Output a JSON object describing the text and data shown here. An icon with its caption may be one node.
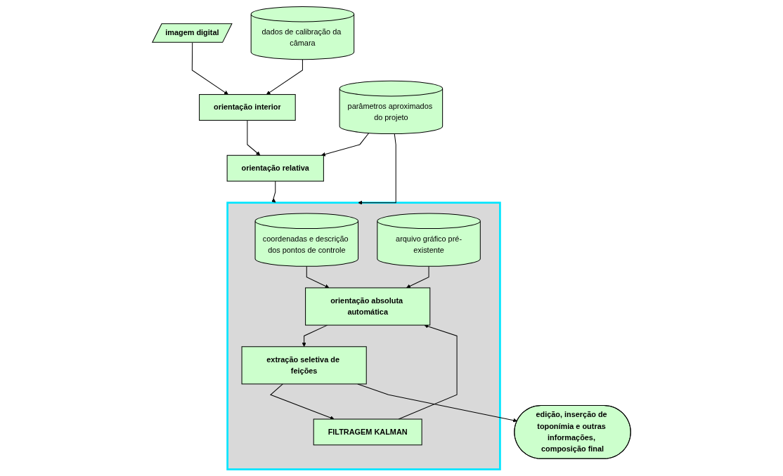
{
  "diagram": {
    "nodes": [
      {
        "text": [
          "imagem digital"
        ]
      },
      {
        "text": [
          "orientação interior"
        ]
      },
      {
        "text": [
          "dados de calibração da câmara"
        ]
      },
      {
        "text": [
          "parâmetros aproximados do projeto"
        ]
      },
      {
        "text": [
          "orientação relativa"
        ]
      },
      {
        "text": [],
        "shape": "box"
      },
      {
        "text": [
          "coordenadas e descrição dos pontos de controle"
        ],
        "in": 5
      },
      {
        "text": [
          "orientação absoluta automática"
        ],
        "in": 5
      },
      {
        "text": [
          "FILTRAGEM KALMAN"
        ],
        "in": 5
      },
      {
        "text": [
          "arquivo gráfico pré-existente"
        ],
        "in": 5
      },
      {
        "text": [
          "extração seletiva de feições"
        ],
        "in": 5
      },
      {
        "text": [
          "edição, inserção de toponímia e outras informações, composição final"
        ]
      }
    ],
    "edges": [
      {
        "from": 0,
        "to": 1,
        "arrow": "to"
      },
      {
        "from": 2,
        "to": 1,
        "arrow": "to"
      },
      {
        "from": 1,
        "to": 4,
        "arrow": "to"
      },
      {
        "from": 3,
        "to": 4,
        "arrow": "to"
      },
      {
        "from": 3,
        "to": 5,
        "arrow": "to"
      },
      {
        "from": 4,
        "to": 5,
        "arrow": "to"
      },
      {
        "from": 6,
        "to": 7,
        "arrow": "to"
      },
      {
        "from": 9,
        "to": 7,
        "arrow": "to"
      },
      {
        "from": 8,
        "to": 7,
        "arrow": "to"
      },
      {
        "from": 7,
        "to": 10,
        "arrow": "to"
      },
      {
        "from": 10,
        "to": 8,
        "arrow": "to"
      },
      {
        "from": 10,
        "to": 11,
        "arrow": "to"
      }
    ]
  }
}
